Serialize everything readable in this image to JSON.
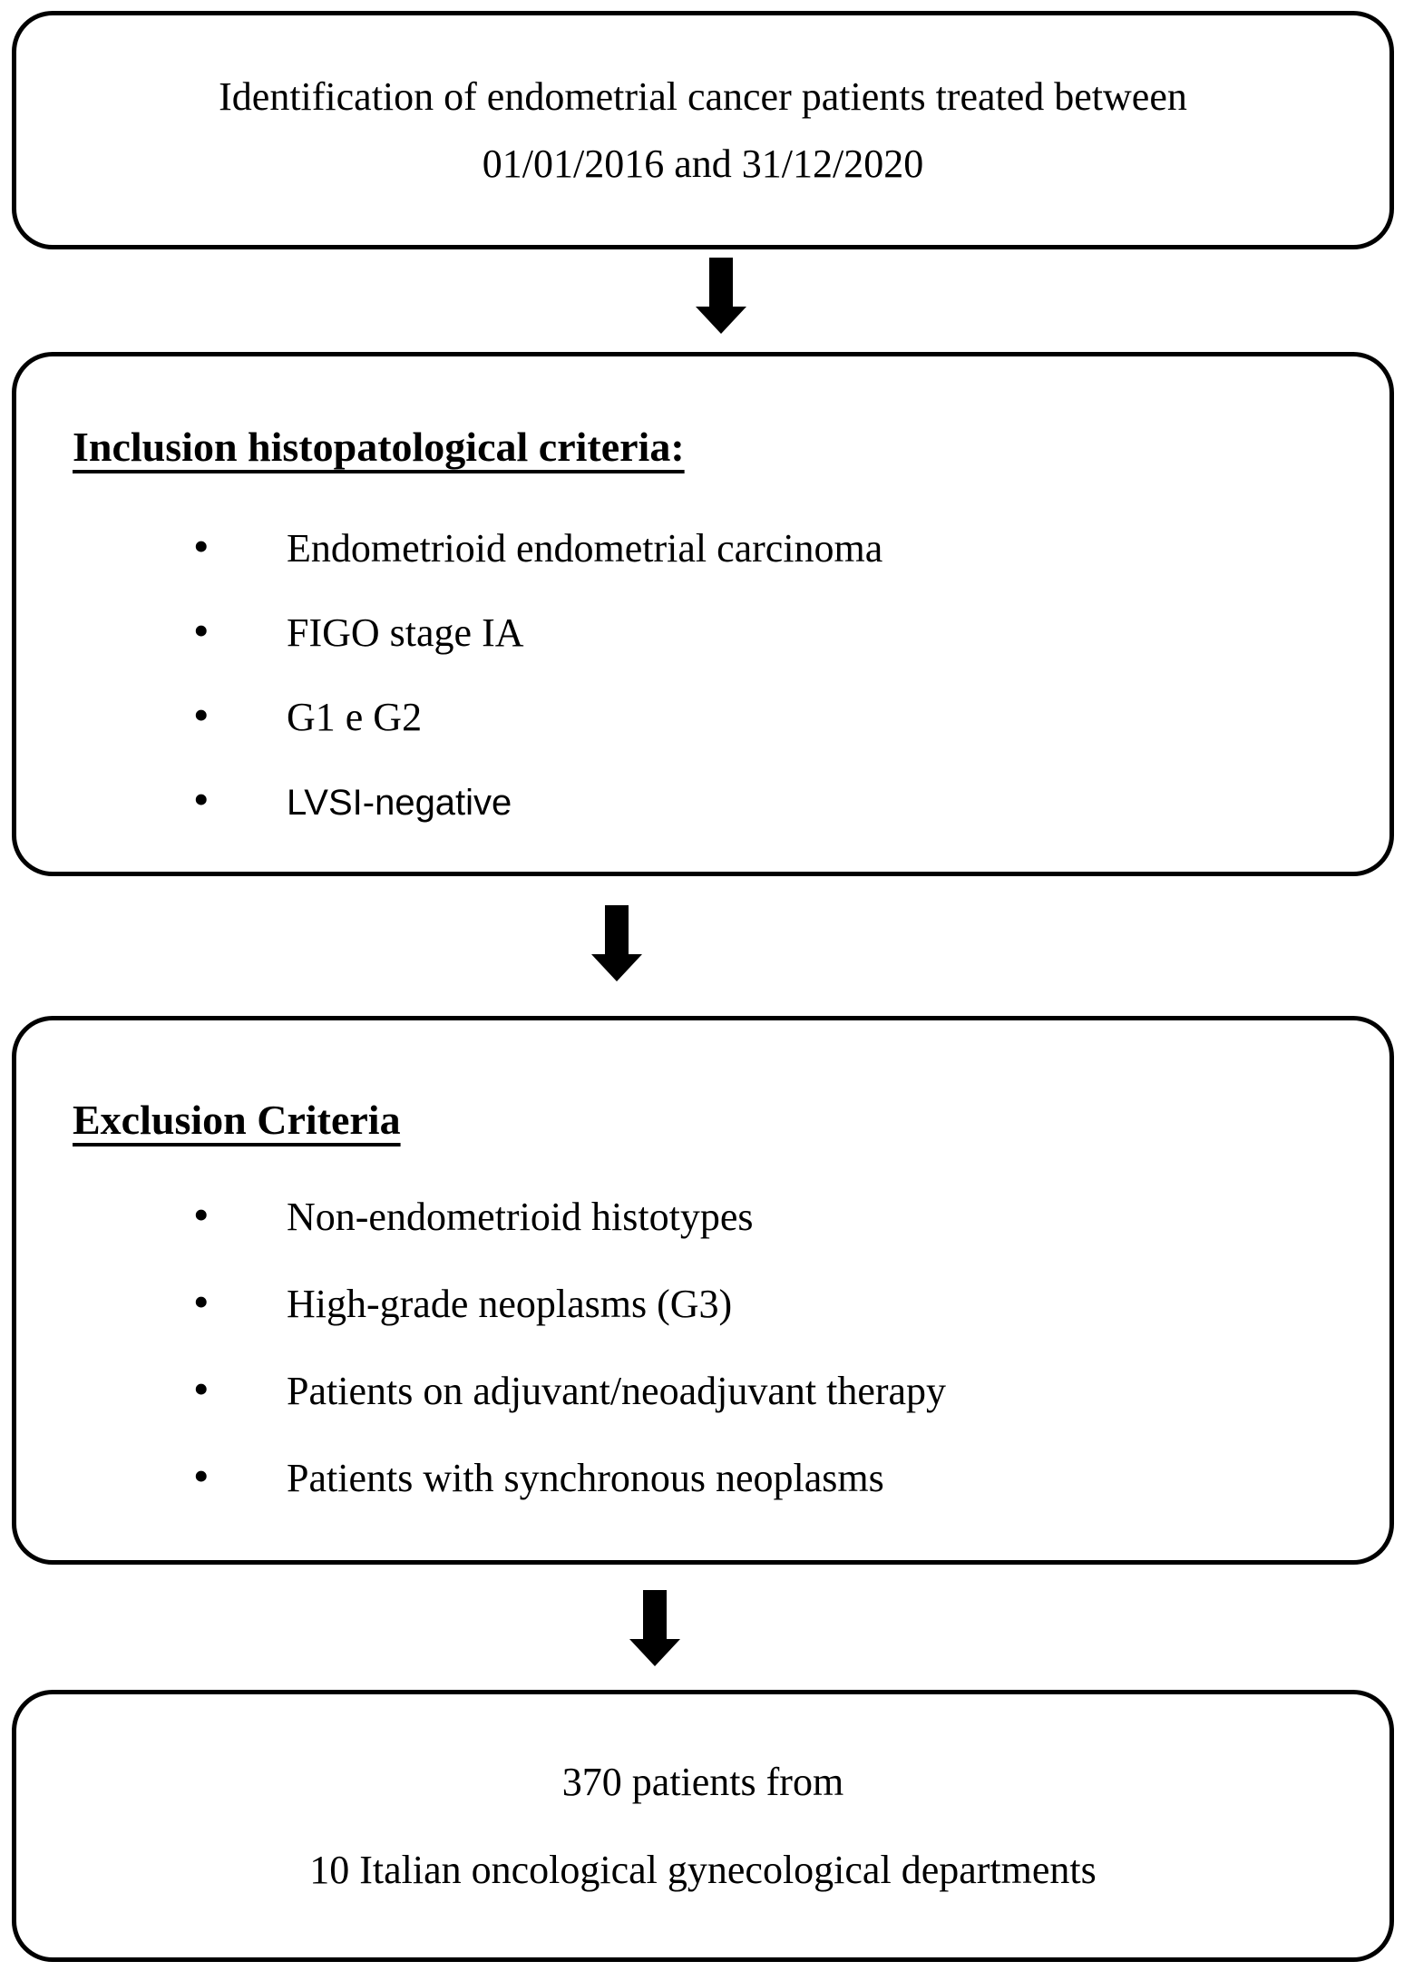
{
  "flowchart": {
    "colors": {
      "border": "#000000",
      "text": "#000000",
      "background": "#ffffff"
    },
    "bullet_glyph": "•",
    "arrow_icon": "down-arrow",
    "boxes": [
      {
        "id": "identification",
        "lines": [
          "Identification of endometrial cancer patients treated between",
          "01/01/2016 and 31/12/2020"
        ]
      },
      {
        "id": "inclusion",
        "heading": "Inclusion histopatological criteria:",
        "bullets": [
          "Endometrioid endometrial carcinoma",
          "FIGO stage IA",
          "G1 e G2",
          "LVSI-negative"
        ]
      },
      {
        "id": "exclusion",
        "heading": "Exclusion Criteria",
        "bullets": [
          "Non-endometrioid histotypes",
          "High-grade neoplasms (G3)",
          "Patients on adjuvant/neoadjuvant therapy",
          "Patients with synchronous neoplasms"
        ]
      },
      {
        "id": "result",
        "lines": [
          "370 patients from",
          "10 Italian oncological gynecological departments"
        ]
      }
    ]
  }
}
